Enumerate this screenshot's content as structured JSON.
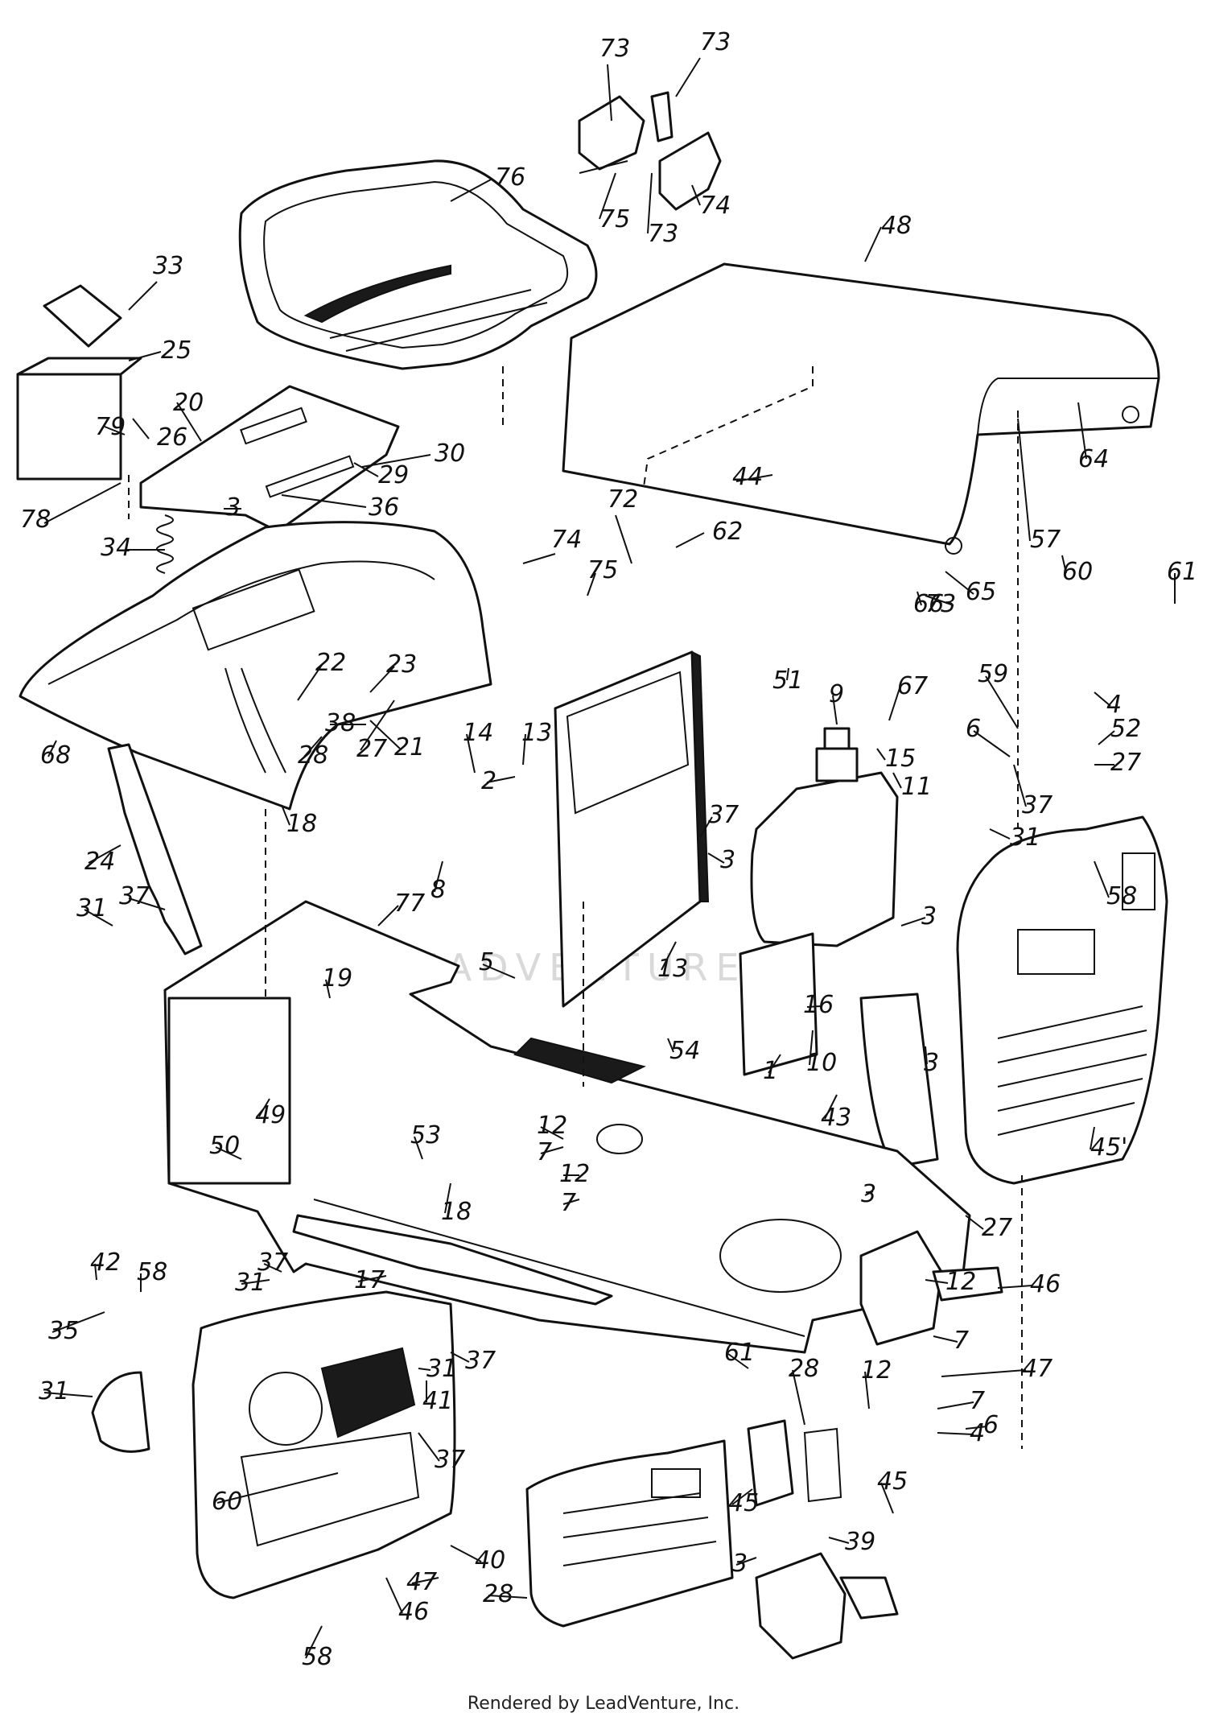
{
  "diagram": {
    "watermark": "LEADVENTURE",
    "footer": "Rendered by LeadVenture, Inc.",
    "callouts": [
      "73",
      "73",
      "73",
      "74",
      "75",
      "76",
      "48",
      "33",
      "25",
      "26",
      "79",
      "78",
      "20",
      "30",
      "29",
      "36",
      "3",
      "34",
      "72",
      "62",
      "64",
      "57",
      "65",
      "66",
      "73",
      "74",
      "75",
      "44",
      "51",
      "60",
      "61",
      "59",
      "4",
      "6",
      "52",
      "67",
      "27",
      "9",
      "15",
      "11",
      "37",
      "31",
      "58",
      "68",
      "22",
      "23",
      "28",
      "38",
      "21",
      "27",
      "18",
      "14",
      "13",
      "2",
      "37",
      "3",
      "8",
      "13",
      "3",
      "24",
      "37",
      "31",
      "77",
      "5",
      "16",
      "10",
      "1",
      "43",
      "3",
      "45'",
      "19",
      "54",
      "49",
      "50",
      "12",
      "7",
      "12",
      "7",
      "53",
      "18",
      "3",
      "27",
      "46",
      "37",
      "31",
      "17",
      "12",
      "7",
      "47",
      "31",
      "37",
      "42",
      "58",
      "35",
      "31",
      "41",
      "37",
      "40",
      "60",
      "61",
      "28",
      "12",
      "7",
      "4",
      "6",
      "45",
      "3",
      "46",
      "47",
      "45",
      "39",
      "28",
      "58"
    ]
  }
}
